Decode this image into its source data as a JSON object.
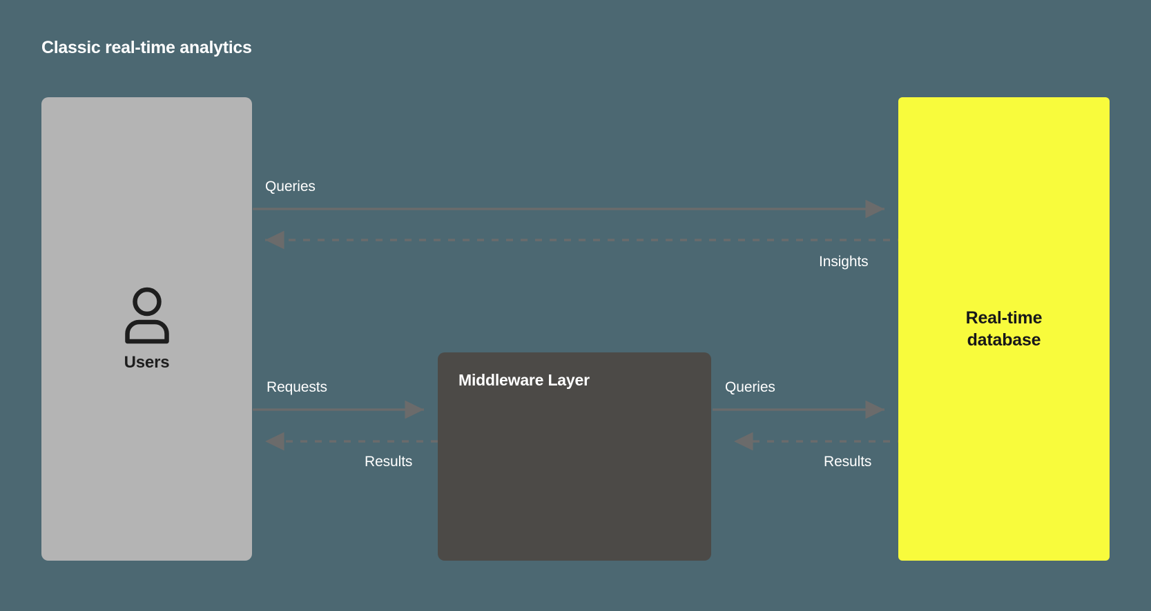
{
  "page": {
    "title": "Classic real-time analytics",
    "background_color": "#4c6872"
  },
  "nodes": [
    {
      "id": "users",
      "label": "Users",
      "icon": "user-icon",
      "fill": "#b4b4b4",
      "text_color": "#1e1e1e"
    },
    {
      "id": "middleware",
      "label": "Middleware Layer",
      "fill": "#4c4a47",
      "text_color": "#ffffff"
    },
    {
      "id": "database",
      "label_line1": "Real-time",
      "label_line2": "database",
      "fill": "#f8fb3c",
      "text_color": "#17171a"
    }
  ],
  "edges": [
    {
      "id": "users-to-db-queries",
      "label": "Queries",
      "style": "solid",
      "direction": "right",
      "from": "users",
      "to": "database",
      "color": "#6b6b6b"
    },
    {
      "id": "db-to-users-insights",
      "label": "Insights",
      "style": "dashed",
      "direction": "left",
      "from": "database",
      "to": "users",
      "color": "#6b6b6b"
    },
    {
      "id": "users-to-middleware-requests",
      "label": "Requests",
      "style": "solid",
      "direction": "right",
      "from": "users",
      "to": "middleware",
      "color": "#6b6b6b"
    },
    {
      "id": "middleware-to-users-results",
      "label": "Results",
      "style": "dashed",
      "direction": "left",
      "from": "middleware",
      "to": "users",
      "color": "#6b6b6b"
    },
    {
      "id": "middleware-to-db-queries",
      "label": "Queries",
      "style": "solid",
      "direction": "right",
      "from": "middleware",
      "to": "database",
      "color": "#6b6b6b"
    },
    {
      "id": "db-to-middleware-results",
      "label": "Results",
      "style": "dashed",
      "direction": "left",
      "from": "database",
      "to": "middleware",
      "color": "#6b6b6b"
    }
  ],
  "labels": {
    "queries_top": "Queries",
    "insights": "Insights",
    "requests": "Requests",
    "results_left": "Results",
    "queries_mid": "Queries",
    "results_right": "Results"
  }
}
